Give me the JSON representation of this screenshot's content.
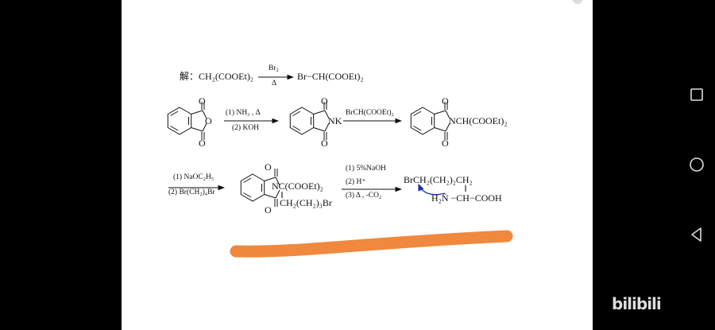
{
  "scheme": {
    "row1": {
      "start": "解：CH₂(COOEt)₂",
      "reagent_above": "Br₂",
      "reagent_below": "Δ",
      "product": "Br−CH(COOEt)₂"
    },
    "row2": {
      "anhydride_ring_o": "O",
      "carbonyl_o": "O",
      "step1_above": "(1)  NH₃ , Δ",
      "step1_below": "(2)  KOH",
      "intermediate_label": "NK",
      "step2_above": "BrCH(COOEt)₂",
      "product_label": "NCH(COOEt)₂"
    },
    "row3": {
      "step1_above": "(1)  NaOC₂H₅",
      "step1_below": "(2)  Br(CH₂)₄Br",
      "intermediate_label": "NC(COOEt)₂",
      "intermediate_chain": "CH₂(CH₂)₃Br",
      "step2_line1": "(1) 5%NaOH",
      "step2_line2": "(2) H⁺",
      "step2_line3": "(3) Δ , -CO₂",
      "product_line1": "BrCH₂(CH₂)₂CH₂",
      "product_line2": "H₂N̈ −CH−COOH"
    }
  },
  "annotation_colors": {
    "highlight_stroke": "#f0883e",
    "curved_arrow": "#1a2fb0"
  },
  "nav_icons": [
    "recent-apps-icon",
    "home-icon",
    "back-icon"
  ],
  "watermark": "bilibili"
}
